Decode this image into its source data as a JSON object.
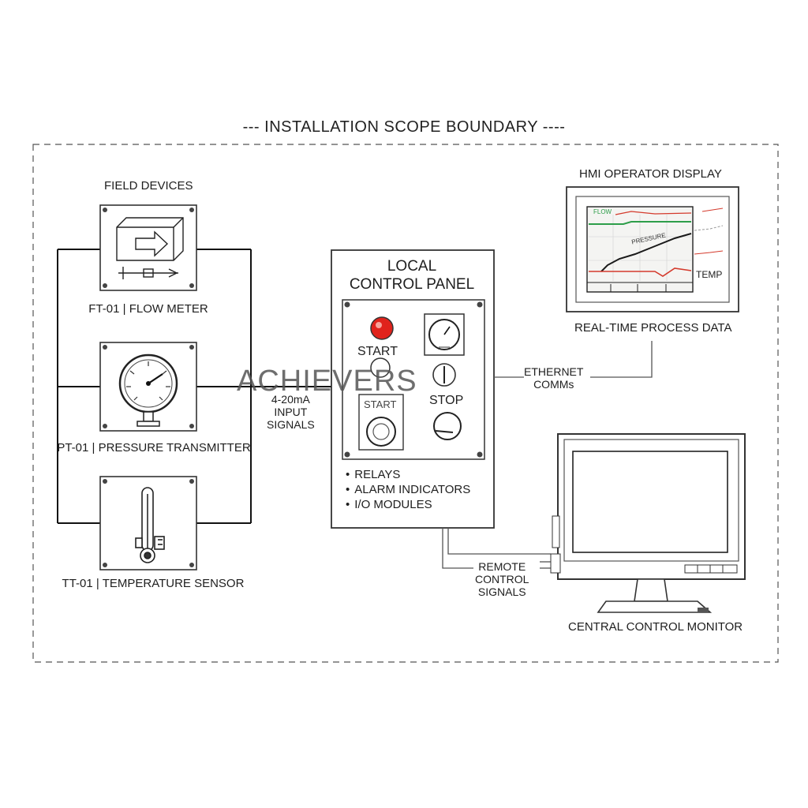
{
  "title": "--- INSTALLATION SCOPE BOUNDARY ----",
  "watermark": "ACHIEVERS",
  "field_devices": {
    "heading": "FIELD DEVICES",
    "items": [
      {
        "label": "FT-01 | FLOW METER",
        "icon": "flow-meter-icon"
      },
      {
        "label": "PT-01 | PRESSURE TRANSMITTER",
        "icon": "pressure-gauge-icon"
      },
      {
        "label": "TT-01 | TEMPERATURE SENSOR",
        "icon": "thermometer-icon"
      }
    ]
  },
  "signals": {
    "input": [
      "4-20mA",
      "INPUT",
      "SIGNALS"
    ],
    "ethernet": [
      "ETHERNET",
      "COMMs"
    ],
    "remote": [
      "REMOTE",
      "CONTROL",
      "SIGNALS"
    ]
  },
  "control_panel": {
    "title_lines": [
      "LOCAL",
      "CONTROL PANEL"
    ],
    "start_label": "START",
    "start_button_label": "START",
    "stop_label": "STOP",
    "bullets": [
      "RELAYS",
      "ALARM INDICATORS",
      "I/O MODULES"
    ],
    "indicator_color": "#e0231c"
  },
  "hmi": {
    "heading": "HMI  OPERATOR DISPLAY",
    "caption": "REAL-TIME PROCESS DATA",
    "trend_labels": {
      "flow": "FLOW",
      "pressure": "PRESSURE",
      "temp": "TEMP"
    },
    "colors": {
      "flow": "#2e9e4a",
      "pressure": "#1a1a1a",
      "temp": "#d43a2c"
    }
  },
  "monitor": {
    "caption": "CENTRAL CONTROL MONITOR"
  }
}
